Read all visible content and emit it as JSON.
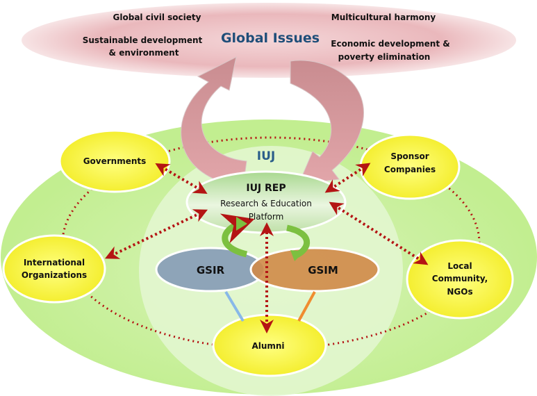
{
  "global": {
    "title": "Global Issues",
    "issues": [
      "Global civil society",
      "Multicultural harmony",
      "Sustainable development",
      "& environment",
      "Economic development &",
      "poverty elimination"
    ]
  },
  "iuj": {
    "label": "IUJ"
  },
  "platform": {
    "title": "IUJ REP",
    "line1": "Research & Education",
    "line2": "Platform"
  },
  "schools": {
    "gsir": "GSIR",
    "gsim": "GSIM"
  },
  "stakeholders": {
    "governments": "Governments",
    "sponsor1": "Sponsor",
    "sponsor2": "Companies",
    "intl1": "International",
    "intl2": "Organizations",
    "local1": "Local",
    "local2": "Community,",
    "local3": "NGOs",
    "alumni": "Alumni"
  },
  "colors": {
    "pink": "#e8b4b8",
    "green": "#c9f09c",
    "yellow": "#ffff66",
    "arrow_red": "#b41414",
    "gsir": "#8ea4b8",
    "gsim": "#d08a48",
    "title_blue": "#1f4e79"
  }
}
